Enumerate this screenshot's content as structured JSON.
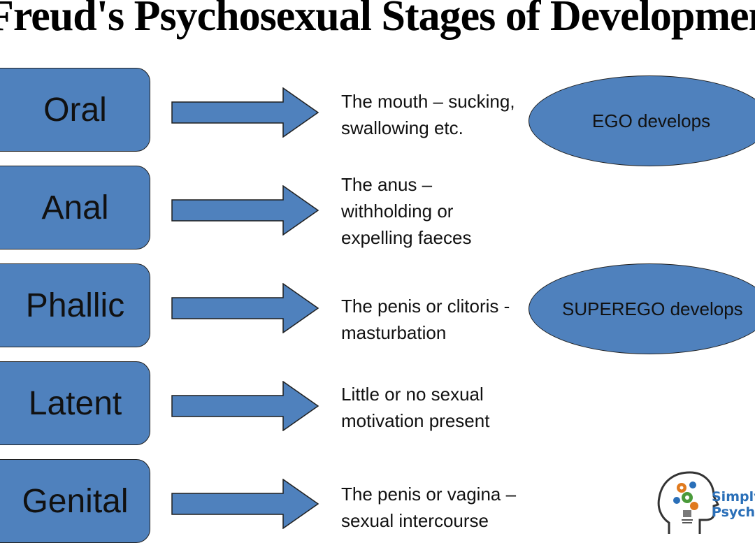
{
  "title": "Freud's Psychosexual Stages of Development",
  "stages": [
    {
      "name": "Oral",
      "description": "The mouth – sucking,\nswallowing etc."
    },
    {
      "name": "Anal",
      "description": "The anus –\nwithholding or\nexpelling faeces"
    },
    {
      "name": "Phallic",
      "description": "The penis or clitoris -\nmasturbation"
    },
    {
      "name": "Latent",
      "description": "Little or no sexual\nmotivation present"
    },
    {
      "name": "Genital",
      "description": "The penis or vagina –\nsexual intercourse"
    }
  ],
  "developments": [
    {
      "label": "EGO develops"
    },
    {
      "label": "SUPEREGO develops"
    }
  ],
  "logo": {
    "line1": "Simply",
    "line2": "Psycho"
  },
  "colors": {
    "shape_fill": "#4f81bd",
    "outline": "#1f1f1f",
    "logo_blue": "#2a6fb8"
  }
}
